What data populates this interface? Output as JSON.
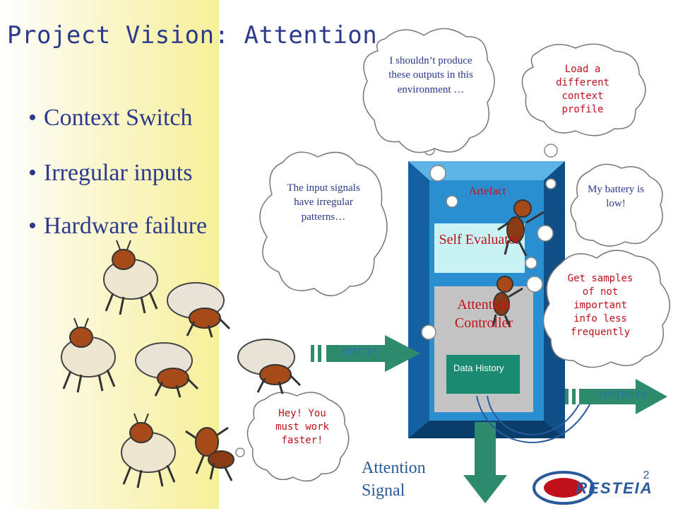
{
  "slide": {
    "title": "Project Vision: Attention",
    "bullets": [
      "Context Switch",
      "Irregular inputs",
      "Hardware failure"
    ],
    "page_number": "2"
  },
  "clouds": {
    "input_signals": "The input signals have irregular patterns…",
    "shouldnt_produce": "I shouldn’t produce these outputs in this environment …",
    "load_profile": "Load a different context profile",
    "battery": "My battery is low!",
    "samples": "Get samples of not important info less frequently",
    "work_faster": "Hey! You must work faster!"
  },
  "diagram": {
    "artefact_label": "Artefact",
    "self_evaluator": "Self Evaluator",
    "attention_controller": "Attention Controller",
    "data_history": "Data History",
    "inputs_label": "INPUTS",
    "outputs_label": "OUTPUTS",
    "attention_signal": "Attention Signal"
  },
  "logo": {
    "text": "RESTEIA"
  },
  "colors": {
    "title_blue": "#2b3a8c",
    "cloud_red": "#c0101a",
    "artefact_blue": "#1e7bbf",
    "arrow_teal": "#2e8b6e"
  }
}
